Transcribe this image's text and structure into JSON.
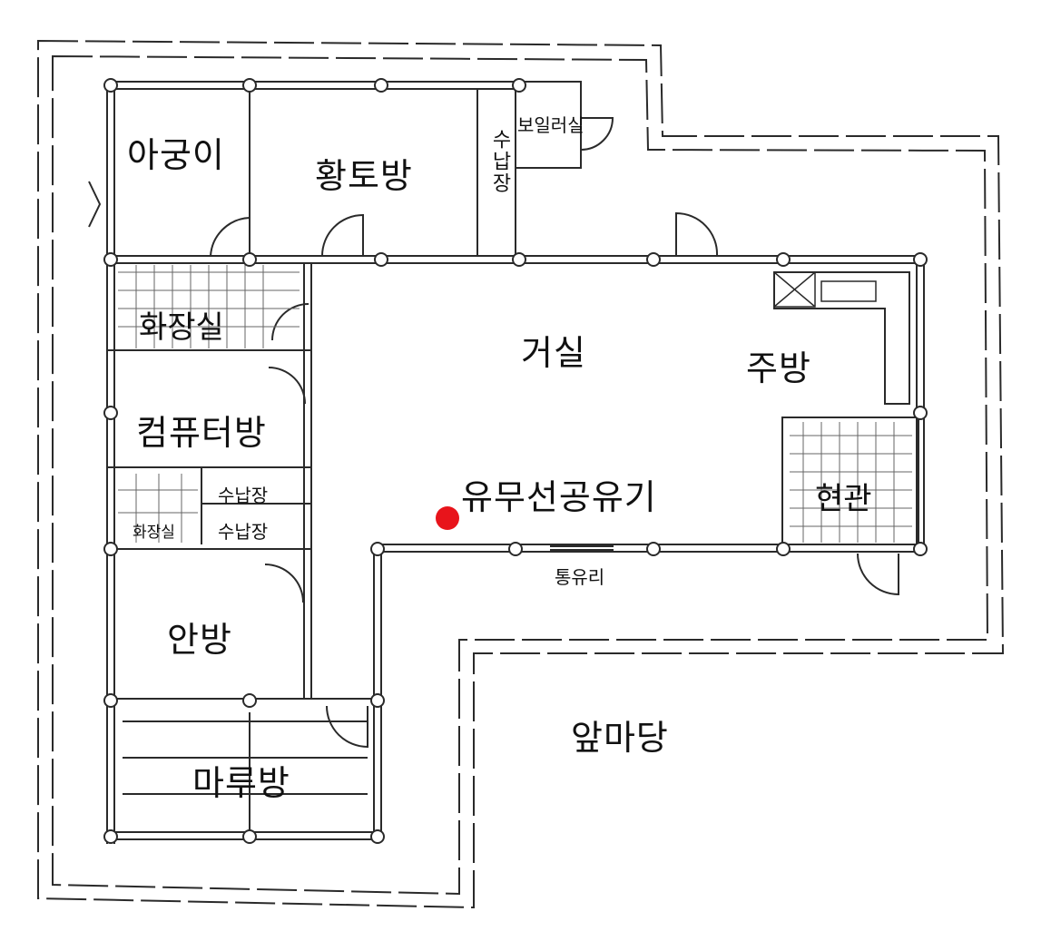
{
  "plan": {
    "rooms": {
      "agungi": "아궁이",
      "hwangtobang": "황토방",
      "sunapjang_vertical": "수납장",
      "boiler_room": "보일러실",
      "bathroom_main": "화장실",
      "living_room": "거실",
      "kitchen": "주방",
      "computer_room": "컴퓨터방",
      "storage_upper": "수납장",
      "storage_lower": "수납장",
      "bathroom_small": "화장실",
      "router": "유무선공유기",
      "entrance": "현관",
      "glass_window": "통유리",
      "master_room": "안방",
      "front_yard": "앞마당",
      "floor_room": "마루방"
    },
    "colors": {
      "line": "#2a2a2a",
      "wall_fill": "#ffffff",
      "marker": "#e8141b"
    }
  }
}
